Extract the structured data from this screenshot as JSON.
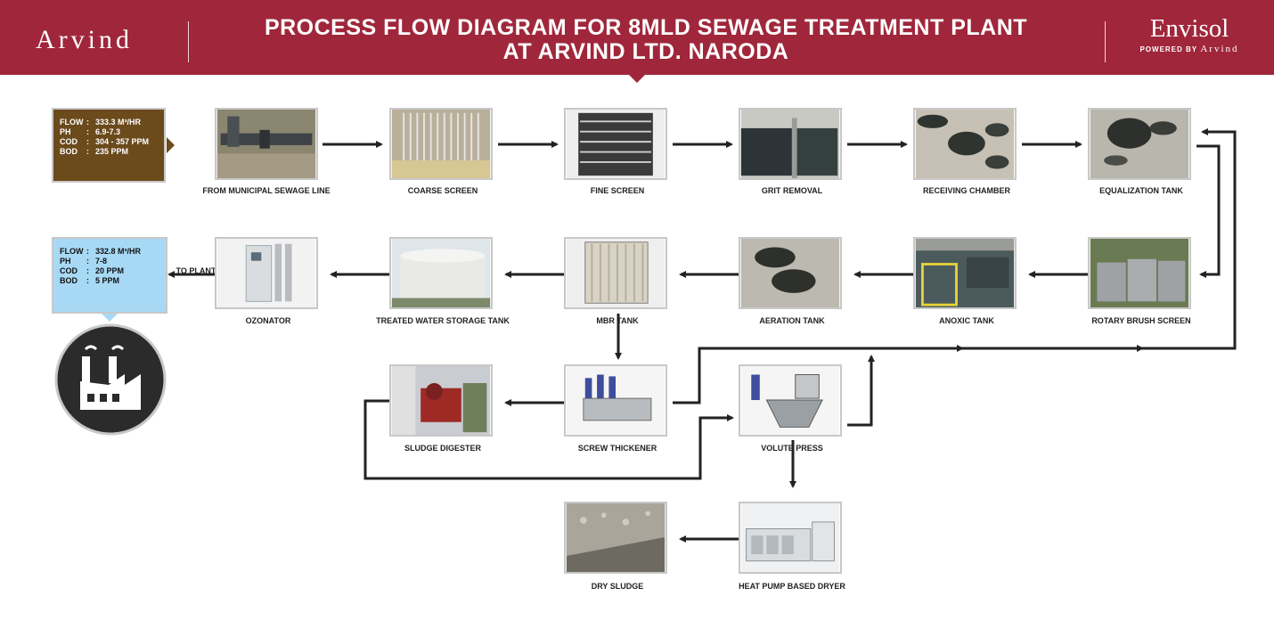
{
  "header": {
    "title_line1": "PROCESS FLOW DIAGRAM FOR 8MLD SEWAGE TREATMENT PLANT",
    "title_line2": "AT ARVIND LTD. NARODA",
    "logo_left": "Arvind",
    "logo_right": "Envisol",
    "logo_right_sub": "POWERED BY",
    "logo_right_sub_brand": "Arvind",
    "accent_color": "#a0273b"
  },
  "inlet_parameters": {
    "color": "#6b4a1c",
    "rows": [
      {
        "key": "FLOW",
        "value": "333.3 M³/HR"
      },
      {
        "key": "PH",
        "value": "6.9-7.3"
      },
      {
        "key": "COD",
        "value": "304 - 357 PPM"
      },
      {
        "key": "BOD",
        "value": "235 PPM"
      }
    ]
  },
  "outlet_parameters": {
    "color": "#a7d9f5",
    "rows": [
      {
        "key": "FLOW",
        "value": "332.8 M³/HR"
      },
      {
        "key": "PH",
        "value": "7-8"
      },
      {
        "key": "COD",
        "value": "20 PPM"
      },
      {
        "key": "BOD",
        "value": "5 PPM"
      }
    ]
  },
  "to_plant_label": "TO PLANT",
  "factory_icon": "factory-icon",
  "stages": {
    "municipal": "FROM MUNICIPAL SEWAGE LINE",
    "coarse": "COARSE SCREEN",
    "fine": "FINE SCREEN",
    "grit": "GRIT REMOVAL",
    "receiving": "RECEIVING CHAMBER",
    "equalization": "EQUALIZATION TANK",
    "rotary": "ROTARY BRUSH SCREEN",
    "anoxic": "ANOXIC TANK",
    "aeration": "AERATION TANK",
    "mbr": "MBR TANK",
    "treated": "TREATED WATER STORAGE TANK",
    "ozonator": "OZONATOR",
    "screw": "SCREW THICKENER",
    "digester": "SLUDGE DIGESTER",
    "volute": "VOLUTE PRESS",
    "dryer": "HEAT PUMP BASED DRYER",
    "dry_sludge": "DRY SLUDGE"
  }
}
